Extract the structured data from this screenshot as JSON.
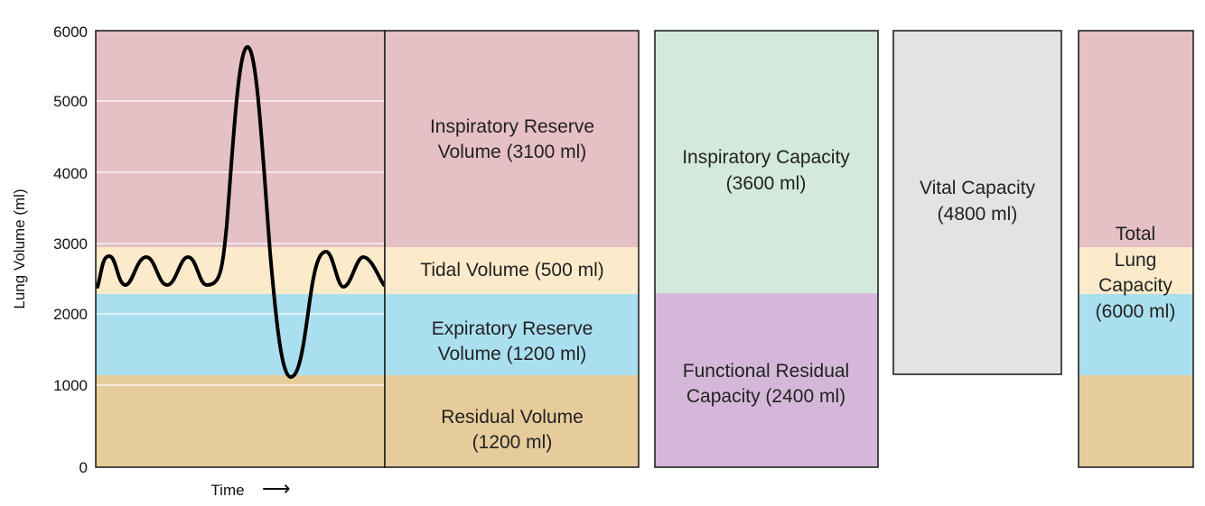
{
  "colors": {
    "irv": "#e5c0c4",
    "tidal": "#fcebcb",
    "erv": "#aadff0",
    "rv": "#e7cc9b",
    "ic": "#d3e9db",
    "frc": "#d5b8d9",
    "vc": "#e3e3e3",
    "gridline": "#ffffff",
    "curve": "#000000"
  },
  "axes": {
    "ylabel": "Lung Volume (ml)",
    "xlabel": "Time",
    "xlabel_arrow": "⟶",
    "yticks": [
      "0",
      "1000",
      "2000",
      "3000",
      "4000",
      "5000",
      "6000"
    ]
  },
  "volumes": {
    "irv": {
      "line1": "Inspiratory Reserve",
      "line2": "Volume (3100 ml)"
    },
    "tidal": {
      "line1": "Tidal Volume (500 ml)"
    },
    "erv": {
      "line1": "Expiratory Reserve",
      "line2": "Volume (1200 ml)"
    },
    "rv": {
      "line1": "Residual Volume",
      "line2": "(1200 ml)"
    }
  },
  "capacities": {
    "ic": {
      "line1": "Inspiratory Capacity",
      "line2": "(3600 ml)"
    },
    "frc": {
      "line1": "Functional Residual",
      "line2": "Capacity (2400 ml)"
    },
    "vc": {
      "line1": "Vital Capacity",
      "line2": "(4800 ml)"
    },
    "tlc": {
      "line1": "Total",
      "line2": "Lung",
      "line3": "Capacity",
      "line4": "(6000 ml)"
    }
  },
  "chart_data": {
    "type": "area",
    "y_range": [
      0,
      6000
    ],
    "yticks": [
      0,
      1000,
      2000,
      3000,
      4000,
      5000,
      6000
    ],
    "ylabel": "Lung Volume (ml)",
    "xlabel": "Time",
    "volume_bands": [
      {
        "name": "Residual Volume",
        "from": 0,
        "to": 1200,
        "ml": 1200
      },
      {
        "name": "Expiratory Reserve Volume",
        "from": 1200,
        "to": 2400,
        "ml": 1200
      },
      {
        "name": "Tidal Volume",
        "from": 2400,
        "to": 2900,
        "ml": 500
      },
      {
        "name": "Inspiratory Reserve Volume",
        "from": 2900,
        "to": 6000,
        "ml": 3100
      }
    ],
    "capacities": [
      {
        "name": "Inspiratory Capacity",
        "from": 2400,
        "to": 6000,
        "ml": 3600
      },
      {
        "name": "Functional Residual Capacity",
        "from": 0,
        "to": 2400,
        "ml": 2400
      },
      {
        "name": "Vital Capacity",
        "from": 1200,
        "to": 6000,
        "ml": 4800
      },
      {
        "name": "Total Lung Capacity",
        "from": 0,
        "to": 6000,
        "ml": 6000
      }
    ],
    "spirometer_trace": {
      "tidal_breaths_before": 3,
      "max_inspiration_ml": 5800,
      "max_expiration_ml": 1200,
      "tidal_breaths_after": 2,
      "tidal_range_ml": [
        2400,
        2900
      ]
    }
  }
}
